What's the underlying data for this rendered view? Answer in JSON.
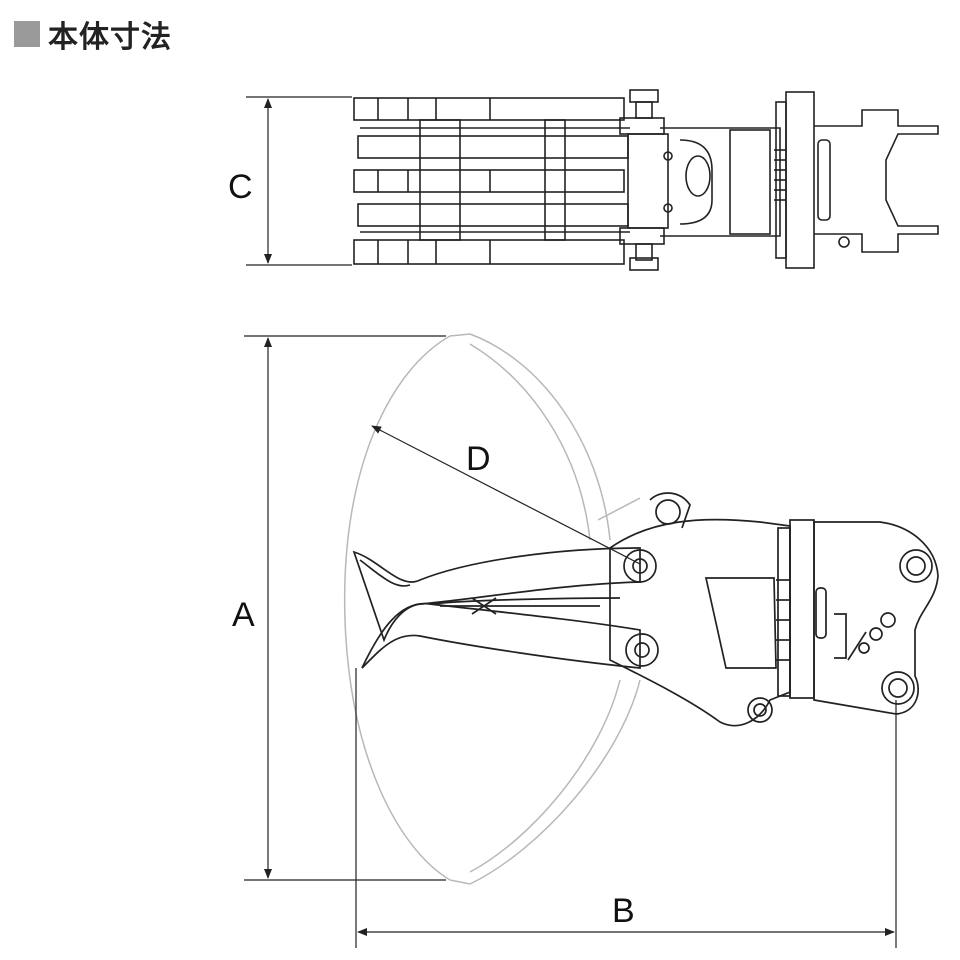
{
  "header": {
    "title": "本体寸法",
    "square_color": "#9a9a9a"
  },
  "dimensions": {
    "a": "A",
    "b": "B",
    "c": "C",
    "d": "D"
  },
  "colors": {
    "line": "#222222",
    "ghost": "#b8b8b8"
  }
}
